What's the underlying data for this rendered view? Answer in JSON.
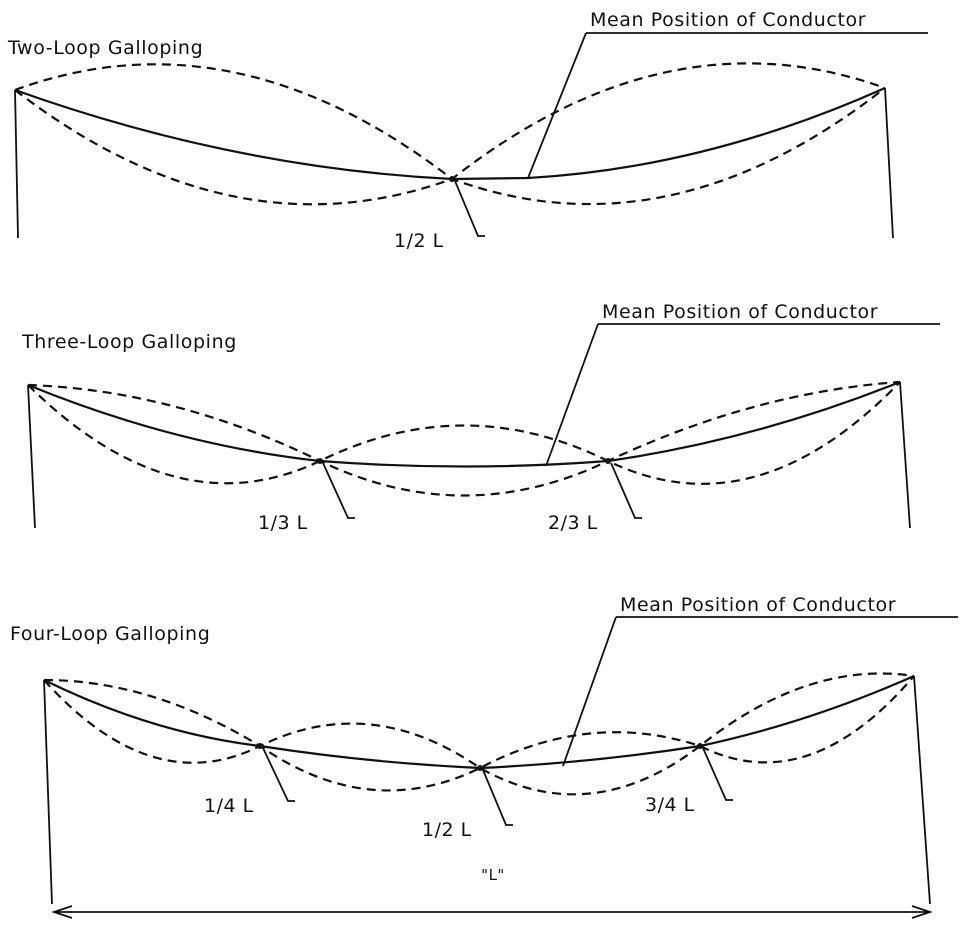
{
  "diagrams": [
    {
      "title": "Two-Loop Galloping",
      "mean_label": "Mean Position of Conductor",
      "loops": 2,
      "nodes": [
        "1/2 L"
      ]
    },
    {
      "title": "Three-Loop Galloping",
      "mean_label": "Mean Position of Conductor",
      "loops": 3,
      "nodes": [
        "1/3 L",
        "2/3 L"
      ]
    },
    {
      "title": "Four-Loop Galloping",
      "mean_label": "Mean Position of Conductor",
      "loops": 4,
      "nodes": [
        "1/4 L",
        "1/2 L",
        "3/4 L"
      ]
    }
  ],
  "span_label": "\"L\"",
  "colors": {
    "line": "#111111",
    "background": "#ffffff"
  }
}
